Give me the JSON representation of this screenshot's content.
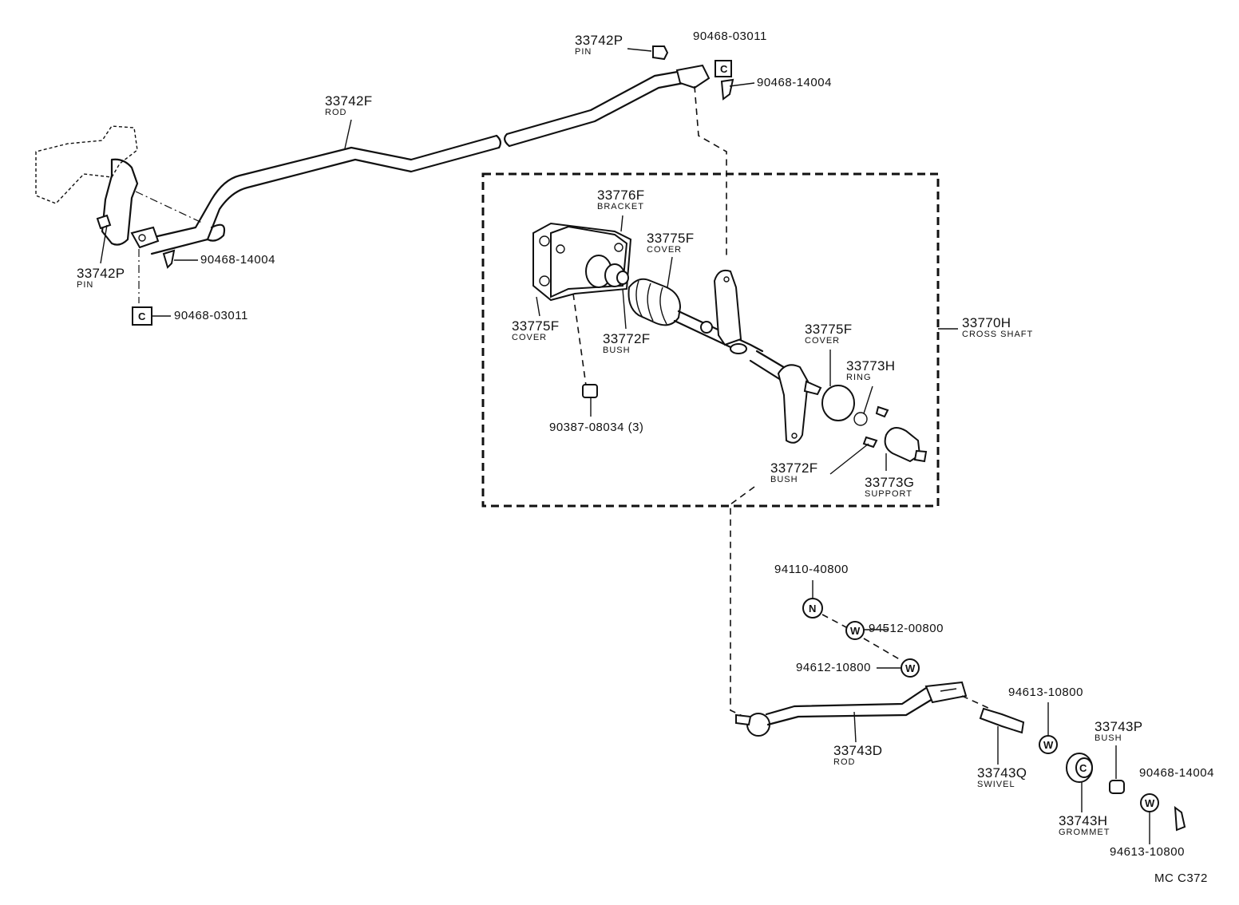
{
  "diagram_id": "MC  C372",
  "callouts": {
    "pin_top": {
      "part": "33742P",
      "name": "PIN"
    },
    "clip_top": {
      "part": "90468-03011"
    },
    "cotter_top": {
      "part": "90468-14004"
    },
    "rod_upper": {
      "part": "33742F",
      "name": "ROD"
    },
    "pin_left": {
      "part": "33742P",
      "name": "PIN"
    },
    "cotter_left": {
      "part": "90468-14004"
    },
    "clip_left": {
      "part": "90468-03011"
    },
    "bracket": {
      "part": "33776F",
      "name": "BRACKET"
    },
    "cover_upper": {
      "part": "33775F",
      "name": "COVER"
    },
    "cover_left": {
      "part": "33775F",
      "name": "COVER"
    },
    "bush_upper": {
      "part": "33772F",
      "name": "BUSH"
    },
    "fitting": {
      "part": "90387-08034 (3)"
    },
    "cross_shaft": {
      "part": "33770H",
      "name": "CROSS SHAFT"
    },
    "cover_right": {
      "part": "33775F",
      "name": "COVER"
    },
    "ring": {
      "part": "33773H",
      "name": "RING"
    },
    "bush_lower": {
      "part": "33772F",
      "name": "BUSH"
    },
    "support": {
      "part": "33773G",
      "name": "SUPPORT"
    },
    "nut": {
      "part": "94110-40800"
    },
    "washer_a": {
      "part": "94512-00800"
    },
    "washer_b": {
      "part": "94612-10800"
    },
    "washer_c": {
      "part": "94613-10800"
    },
    "rod_lower": {
      "part": "33743D",
      "name": "ROD"
    },
    "swivel": {
      "part": "33743Q",
      "name": "SWIVEL"
    },
    "bush_small": {
      "part": "33743P",
      "name": "BUSH"
    },
    "cotter_right": {
      "part": "90468-14004"
    },
    "grommet": {
      "part": "33743H",
      "name": "GROMMET"
    },
    "washer_d": {
      "part": "94613-10800"
    }
  },
  "symbols": {
    "nut_letter": "N",
    "washer_letter": "W",
    "clip_letter": "C"
  }
}
